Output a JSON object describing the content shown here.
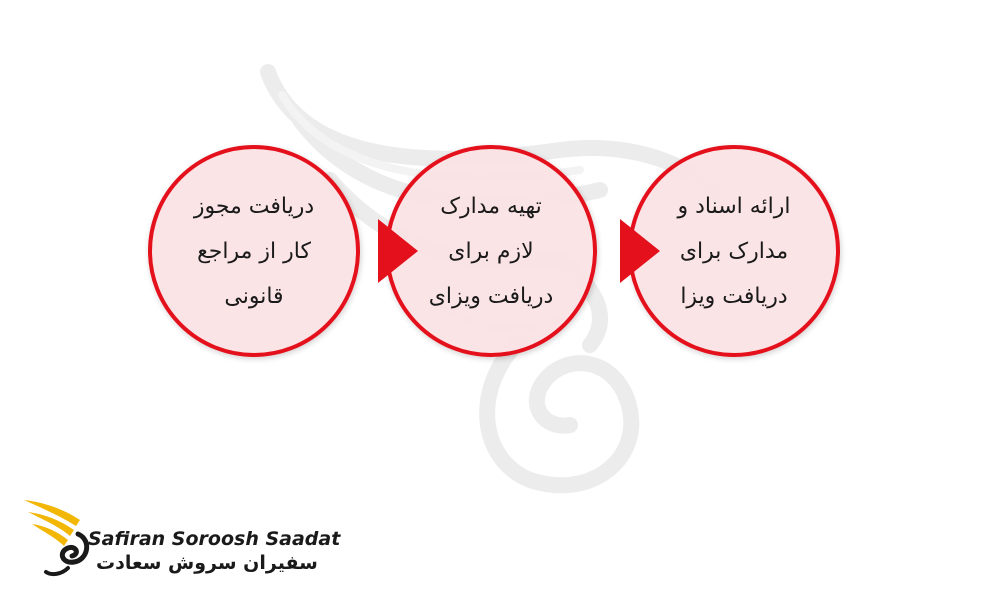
{
  "colors": {
    "accent": "#e4111c",
    "circle_fill": "#fbe2e4",
    "logo_gold": "#f2b705",
    "text": "#1a1a1a"
  },
  "steps": [
    {
      "lines": [
        "دریافت مجوز",
        "کار از مراجع",
        "قانونی"
      ]
    },
    {
      "lines": [
        "تهیه مدارک",
        "لازم برای",
        "دریافت ویزای"
      ]
    },
    {
      "lines": [
        "ارائه اسناد و",
        "مدارک برای",
        "دریافت ویزا"
      ]
    }
  ],
  "arrows": [
    {
      "icon": "arrow-right-icon"
    },
    {
      "icon": "arrow-right-icon"
    }
  ],
  "logo": {
    "icon": "wing-logo-icon",
    "name_en": "Safiran Soroosh Saadat",
    "name_fa": "سفیران سروش سعادت"
  }
}
